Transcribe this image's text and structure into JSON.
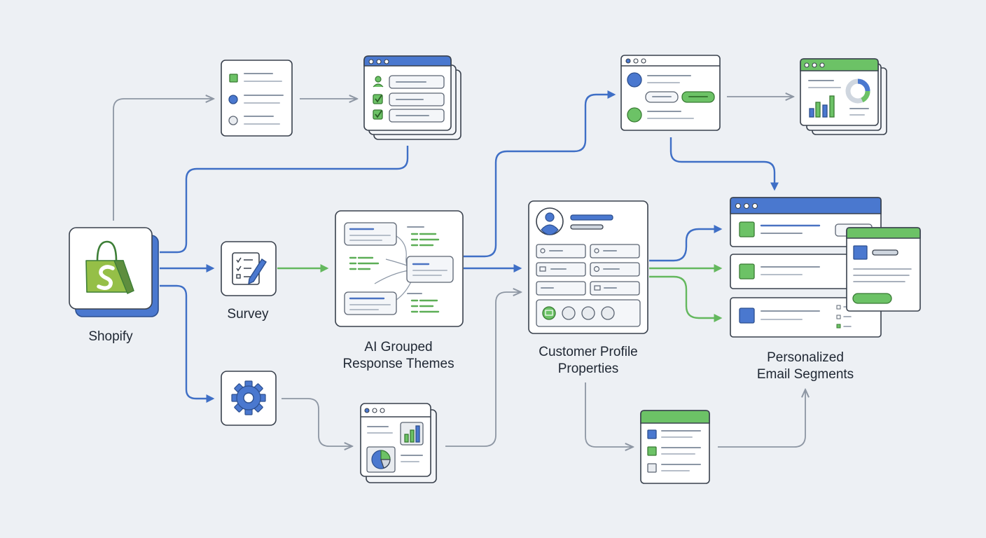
{
  "labels": {
    "shopify": "Shopify",
    "survey": "Survey",
    "ai_grouped_line1": "AI Grouped",
    "ai_grouped_line2": "Response Themes",
    "customer_profile_line1": "Customer Profile",
    "customer_profile_line2": "Properties",
    "personalized_line1": "Personalized",
    "personalized_line2": "Email Segments"
  },
  "colors": {
    "background": "#edf0f4",
    "accent_blue": "#4a78cf",
    "accent_green": "#6cc266",
    "shopify_green": "#95bf47",
    "outline": "#39414d",
    "connector_gray": "#8d96a3"
  },
  "icons": {
    "shopify": "shopify-bag-icon",
    "survey": "checklist-pencil-icon",
    "settings": "gear-icon"
  }
}
